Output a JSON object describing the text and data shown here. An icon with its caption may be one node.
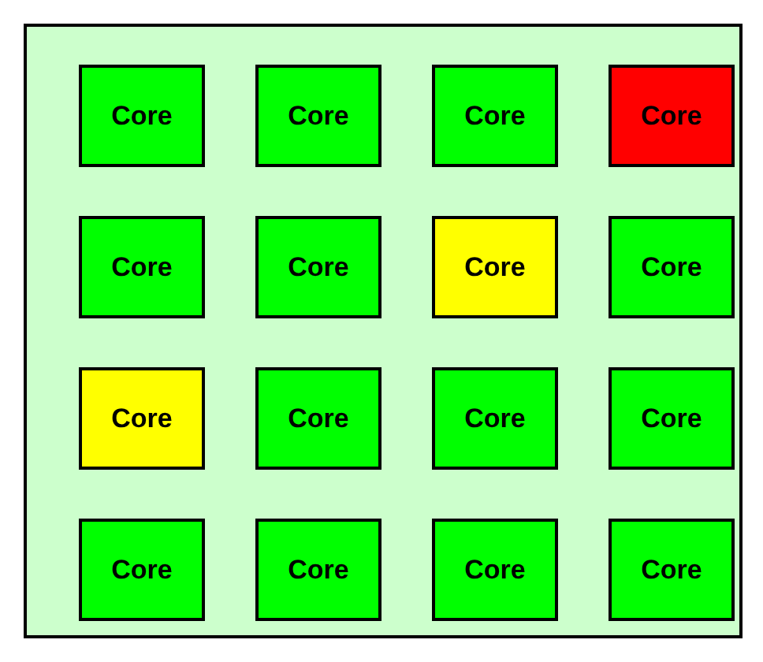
{
  "diagram": {
    "nodes": [
      {
        "text": [],
        "shape": "box"
      },
      {
        "text": [
          "Core"
        ],
        "in": 0
      },
      {
        "text": [
          "Core"
        ],
        "in": 0
      },
      {
        "text": [
          "Core"
        ],
        "in": 0
      },
      {
        "text": [
          "Core"
        ],
        "in": 0
      },
      {
        "text": [
          "Core"
        ],
        "in": 0
      },
      {
        "text": [
          "Core"
        ],
        "in": 0
      },
      {
        "text": [
          "Core"
        ],
        "in": 0
      },
      {
        "text": [
          "Core"
        ],
        "in": 0
      },
      {
        "text": [
          "Core"
        ],
        "in": 0
      },
      {
        "text": [
          "Core"
        ],
        "in": 0
      },
      {
        "text": [
          "Core"
        ],
        "in": 0
      },
      {
        "text": [
          "Core"
        ],
        "in": 0
      },
      {
        "text": [
          "Core"
        ],
        "in": 0
      },
      {
        "text": [
          "Core"
        ],
        "in": 0
      },
      {
        "text": [
          "Core"
        ],
        "in": 0
      },
      {
        "text": [
          "Core"
        ],
        "in": 0
      }
    ]
  }
}
